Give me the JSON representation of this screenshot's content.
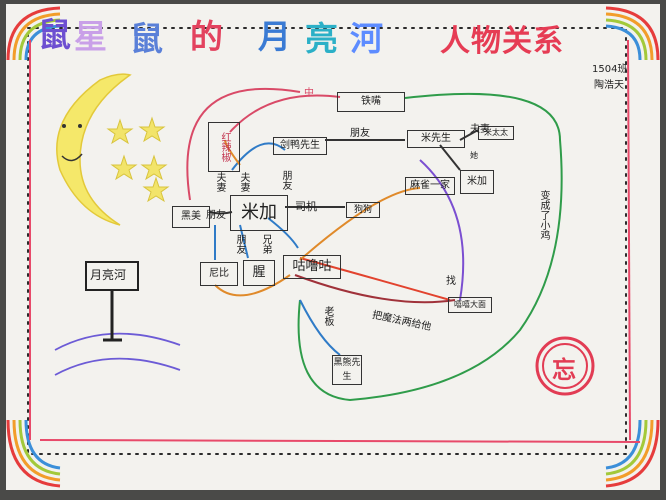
{
  "title": {
    "part1": "鼠",
    "part2": "星",
    "part3": "鼠",
    "part4": "的",
    "part5": "月",
    "part6": "亮",
    "part7": "河",
    "subtitle": "人物关系"
  },
  "author": {
    "class": "1504班",
    "name": "陶浩天"
  },
  "sign": "月亮河",
  "nodes": {
    "tiezuichu": "铁嘴",
    "pink_text_near": "中",
    "hongla": "红辣椒",
    "tuoxianshu": "剑鸭先生",
    "mr_mi": "米先生",
    "mrs_mi": "米太太",
    "mijia_small": "米加",
    "matou": "麻雀一家",
    "heimei": "黑美",
    "mijia": "米加",
    "siji": "司机",
    "lang": "狗狗",
    "nibi": "尼比",
    "nieli": "腥",
    "gulugu": "咕噜咕",
    "mi_mi": "嘻嘻大面",
    "heixiong": "黑熊先生",
    "circle_mark": "忘"
  },
  "edges": {
    "pengyou1": "朋友",
    "pengyou2": "朋友",
    "pengyou3": "朋友",
    "pengyou4": "朋友",
    "fuqi1": "夫妻",
    "fuqi2": "夫妻",
    "fuqi3": "夫妻",
    "zhaoshen": "找",
    "baduzuo": "把魔法两给他",
    "laoban": "老板",
    "bianchen": "变成了小鸡",
    "ta": "她",
    "xiongdi": "兄弟"
  }
}
